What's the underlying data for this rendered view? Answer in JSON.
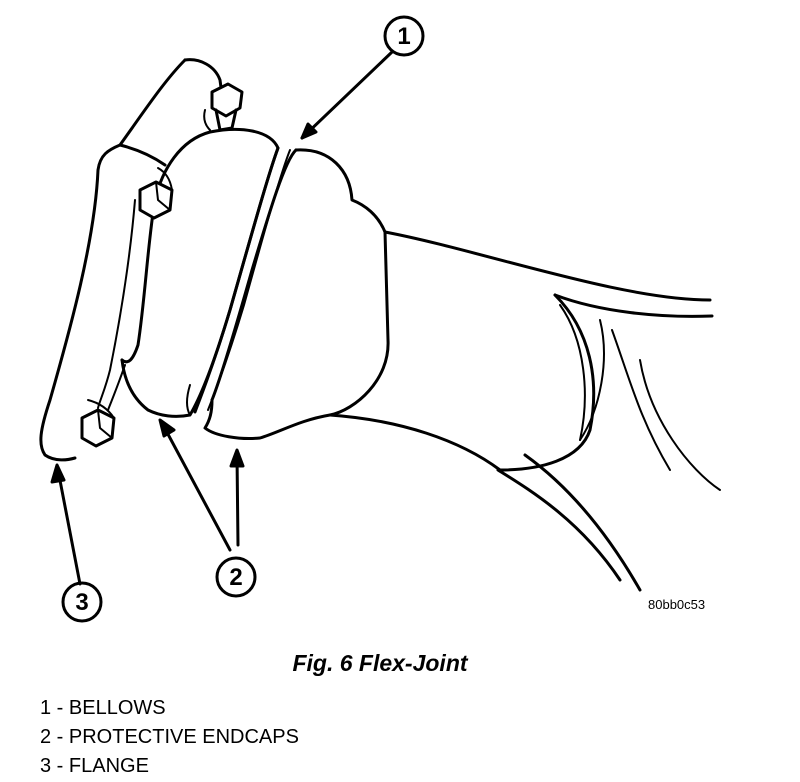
{
  "figure": {
    "image_code": "80bb0c53",
    "callouts": [
      {
        "number": "1"
      },
      {
        "number": "2"
      },
      {
        "number": "3"
      }
    ]
  },
  "caption": "Fig. 6 Flex-Joint",
  "legend": [
    {
      "text": "1 - BELLOWS"
    },
    {
      "text": "2 - PROTECTIVE ENDCAPS"
    },
    {
      "text": "3 - FLANGE"
    }
  ]
}
